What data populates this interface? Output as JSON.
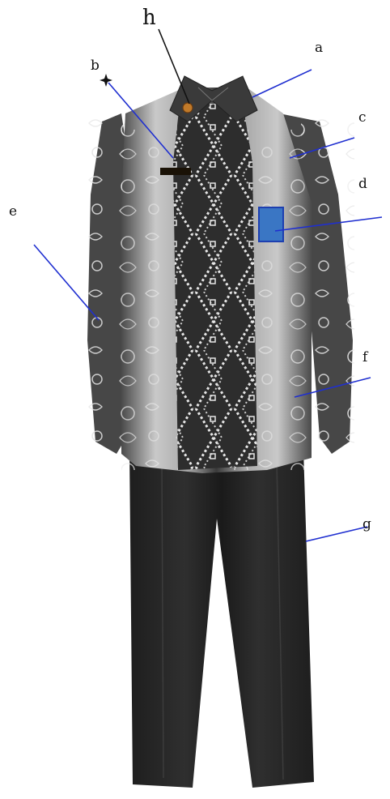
{
  "labels": {
    "a": "a",
    "b": "b",
    "c": "c",
    "d": "d",
    "e": "e",
    "f": "f",
    "g": "g",
    "h": "h"
  },
  "colors": {
    "leader_line": "#1f2fd0",
    "leader_line_h": "#111111",
    "name_tag": "#1a1206",
    "pocket_patch": "#3a76c4",
    "pocket_border": "#1d3fb0",
    "shirt_light": "#b8b8b8",
    "shirt_dark": "#3a3a3a",
    "trousers": "#262626",
    "badge": "#c07a2a"
  },
  "icons": {
    "b_marker": "four-point-star-icon"
  }
}
